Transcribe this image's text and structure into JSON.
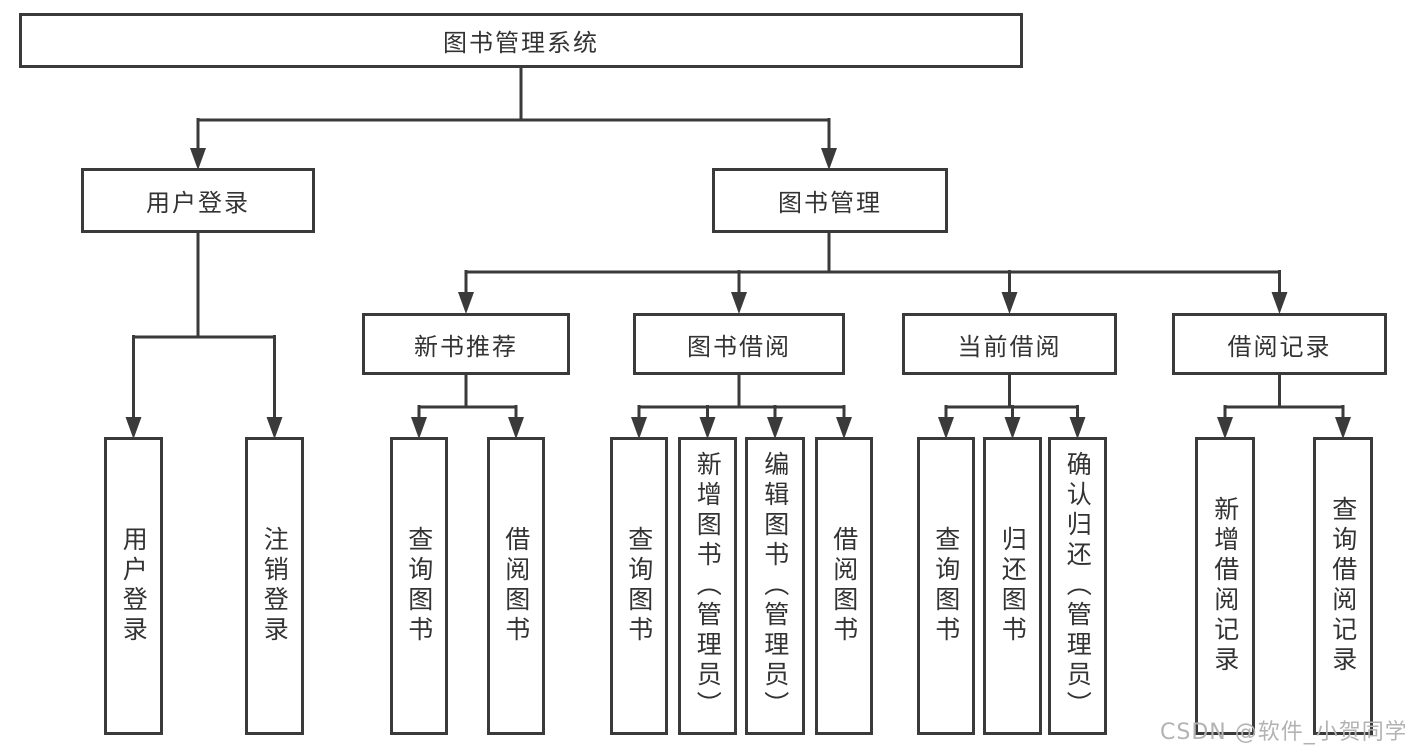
{
  "nodes": {
    "root": "图书管理系统",
    "user_login": "用户登录",
    "book_management": "图书管理",
    "new_book_recommend": "新书推荐",
    "book_borrow": "图书借阅",
    "current_borrow": "当前借阅",
    "borrow_records": "借阅记录",
    "leaf_user_login": "用户登录",
    "leaf_logout": "注销登录",
    "leaf_query_books_recommend": "查询图书",
    "leaf_borrow_books_recommend": "借阅图书",
    "leaf_query_books_borrow": "查询图书",
    "leaf_add_book_admin": "新增图书（管理员）",
    "leaf_edit_book_admin": "编辑图书（管理员）",
    "leaf_borrow_books_borrow": "借阅图书",
    "leaf_query_books_current": "查询图书",
    "leaf_return_book": "归还图书",
    "leaf_confirm_return_admin": "确认归还（管理员）",
    "leaf_add_borrow_record": "新增借阅记录",
    "leaf_query_borrow_record": "查询借阅记录"
  },
  "watermark": "CSDN @软件_小贺同学",
  "colors": {
    "line": "#3a3a3a",
    "text": "#333333",
    "watermark": "#b3b3b3",
    "background": "#ffffff"
  }
}
